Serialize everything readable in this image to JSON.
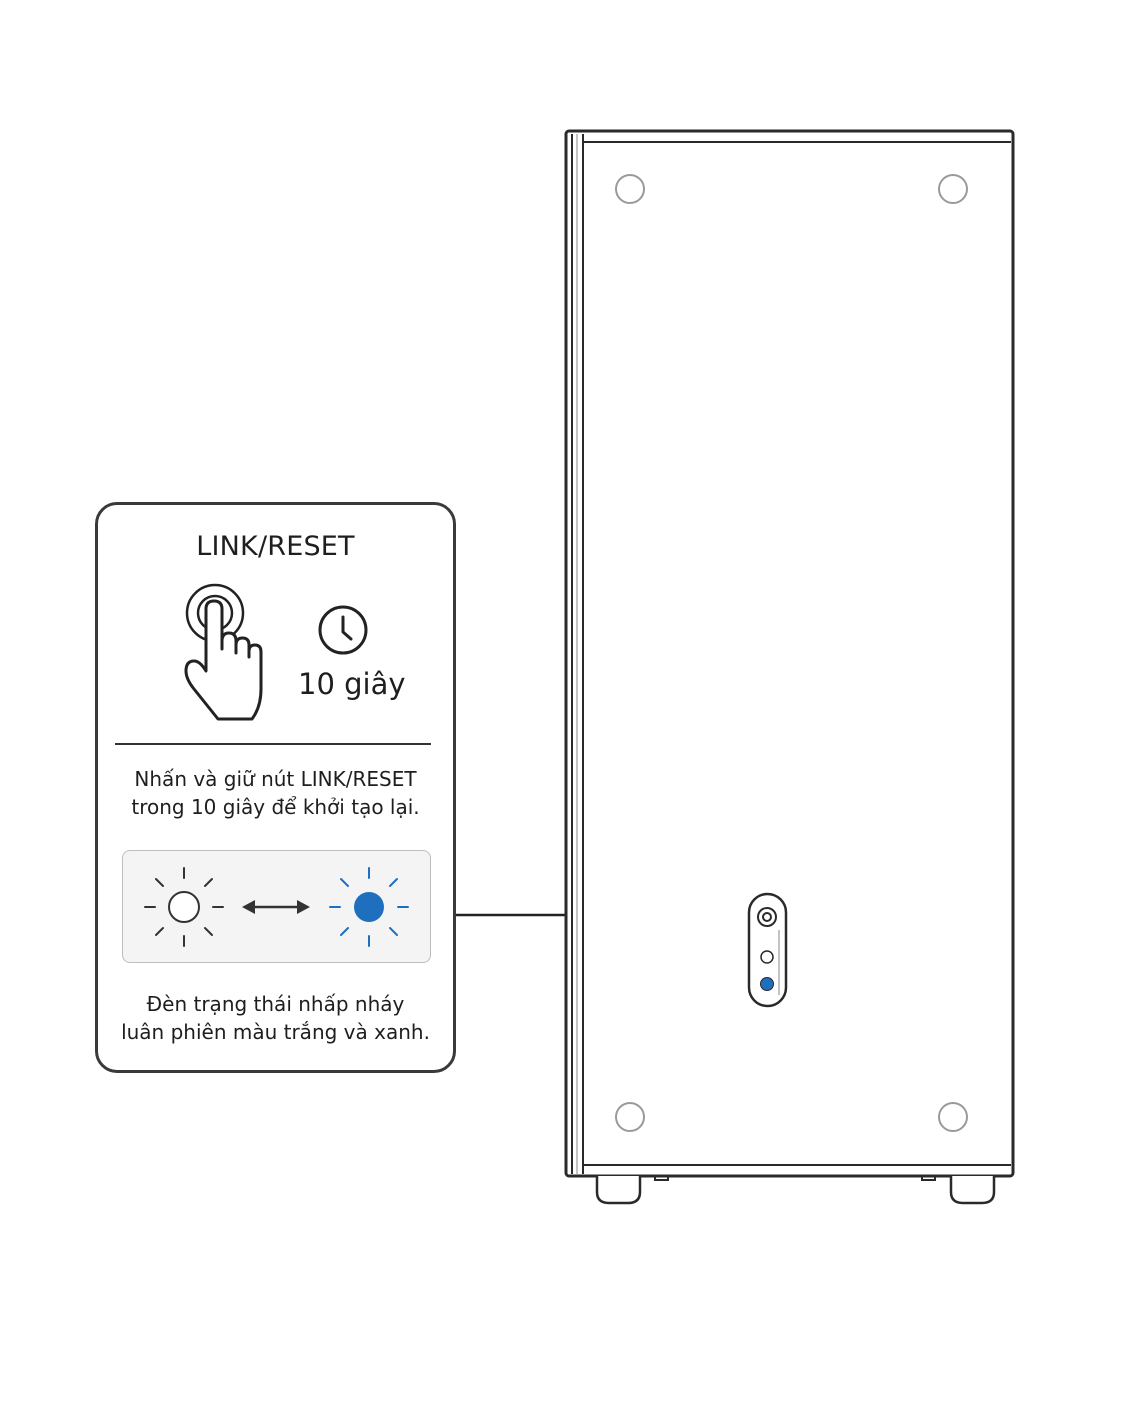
{
  "panel": {
    "title": "LINK/RESET",
    "duration": "10 giây",
    "instruction_lines": [
      "Nhấn và giữ nút LINK/RESET",
      "trong 10 giây để khởi tạo lại."
    ],
    "led_note_lines": [
      "Đèn trạng thái nhấp nháy",
      "luân phiên màu trắng và xanh."
    ]
  },
  "icons": {
    "press": "finger-press-icon",
    "clock": "clock-icon",
    "led_white": "white-light-icon",
    "led_blue": "blue-light-icon",
    "arrow": "double-arrow-icon"
  },
  "colors": {
    "outline": "#3a3a3a",
    "led_blue": "#1f6fbf",
    "panel_fill": "#ffffff",
    "led_box_fill": "#f4f4f4"
  }
}
